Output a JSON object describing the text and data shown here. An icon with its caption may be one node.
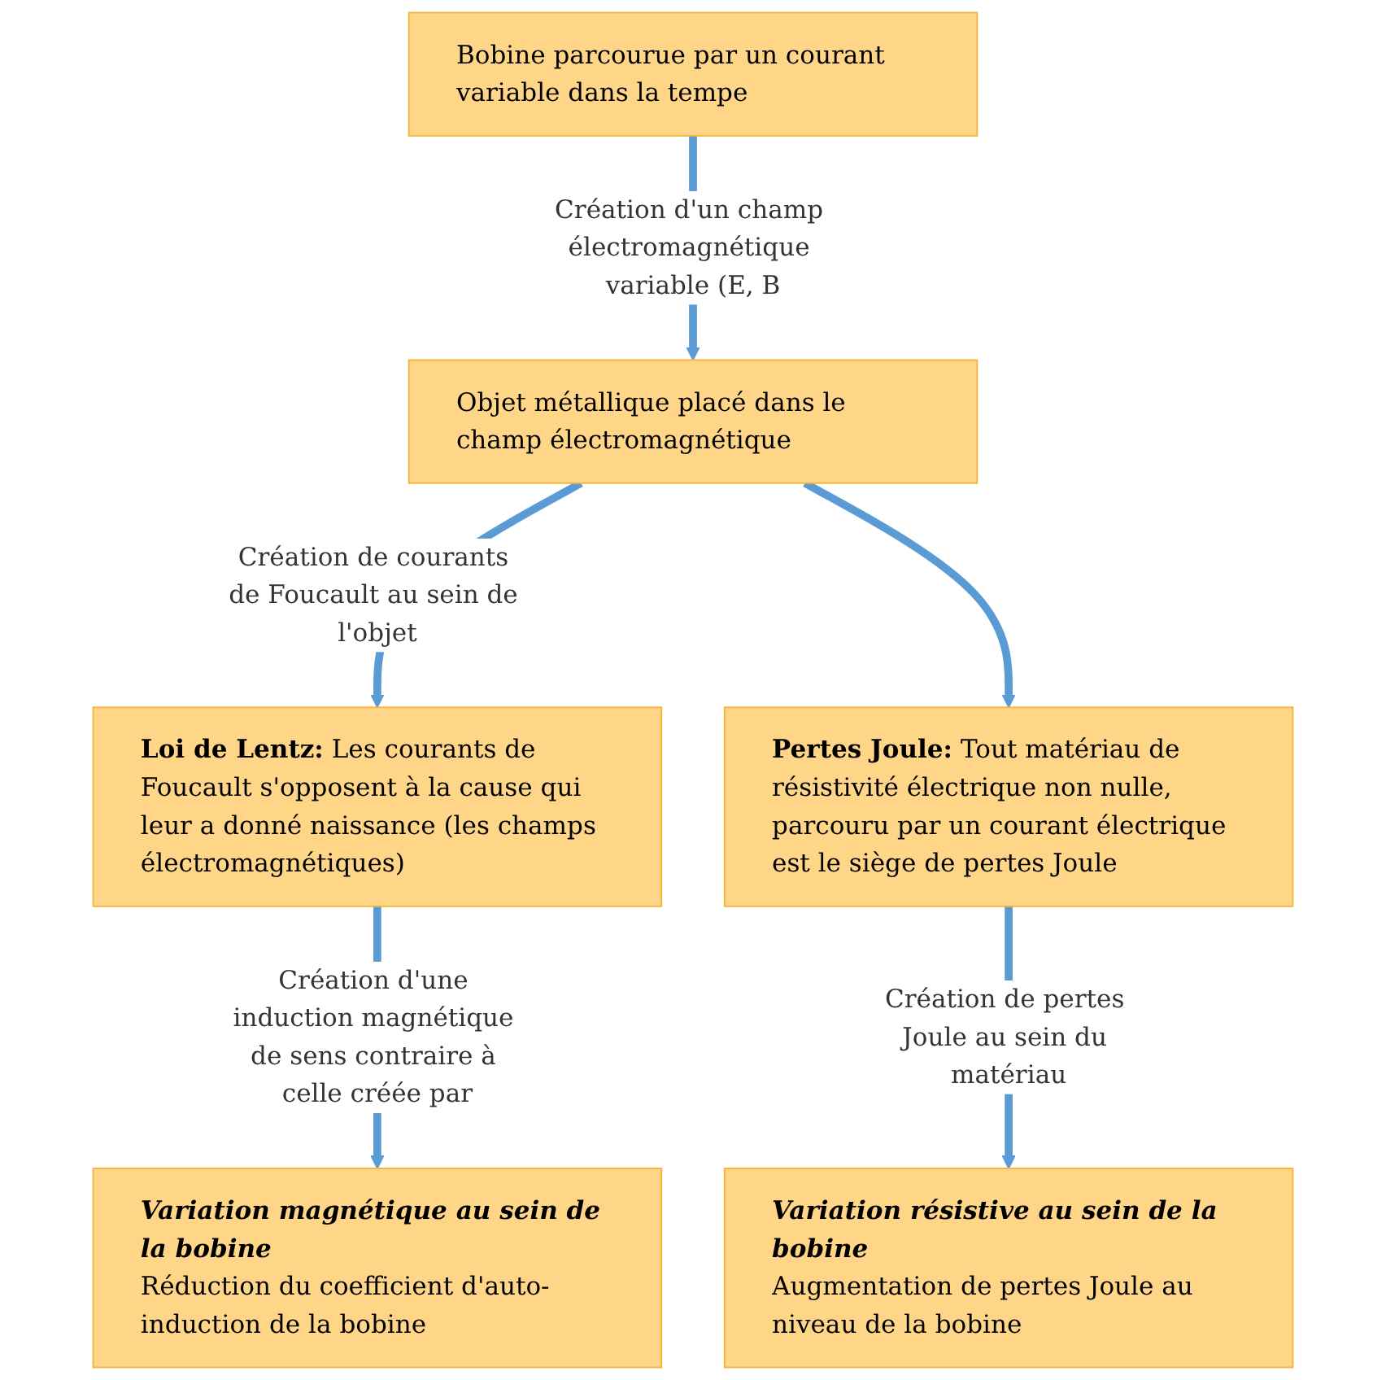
{
  "diagram": {
    "nodes": [
      {
        "text": [
          "Bobine parcourue par un courant variable dans la tempe"
        ]
      },
      {
        "text": [
          "Objet métallique placé dans le champ électromagnétique"
        ]
      },
      {
        "text": [
          "**Loi de Lentz:** Les courants de Foucault s'opposent à la cause qui leur a donné naissance (les champs électromagnétiques)"
        ]
      },
      {
        "text": [
          "**Pertes Joule:** Tout matériau de résistivité électrique non nulle, parcouru par un courant électrique est le siège de pertes Joule"
        ]
      },
      {
        "text": [
          "Variation magnétique au sein de la bobine",
          "Réduction du coefficient d'auto- induction de la bobine"
        ]
      },
      {
        "text": [
          "Variation résistive au sein de la bobine",
          "Augmentation de pertes Joule au niveau de la bobine"
        ]
      }
    ],
    "edges": [
      {
        "from": 0,
        "to": 1,
        "arrow": "to",
        "label": "Création d'un champ électromagnétique variable (E, B"
      },
      {
        "from": 1,
        "to": 2,
        "arrow": "to",
        "label": "Création de courants de Foucault au sein de l'objet"
      },
      {
        "from": 1,
        "to": 3,
        "arrow": "to"
      },
      {
        "from": 2,
        "to": 4,
        "arrow": "to",
        "label": "Création d'une induction magnétique de sens contraire à celle créée par"
      },
      {
        "from": 3,
        "to": 5,
        "arrow": "to",
        "label": "Création de pertes Joule au sein du matériau"
      }
    ]
  }
}
